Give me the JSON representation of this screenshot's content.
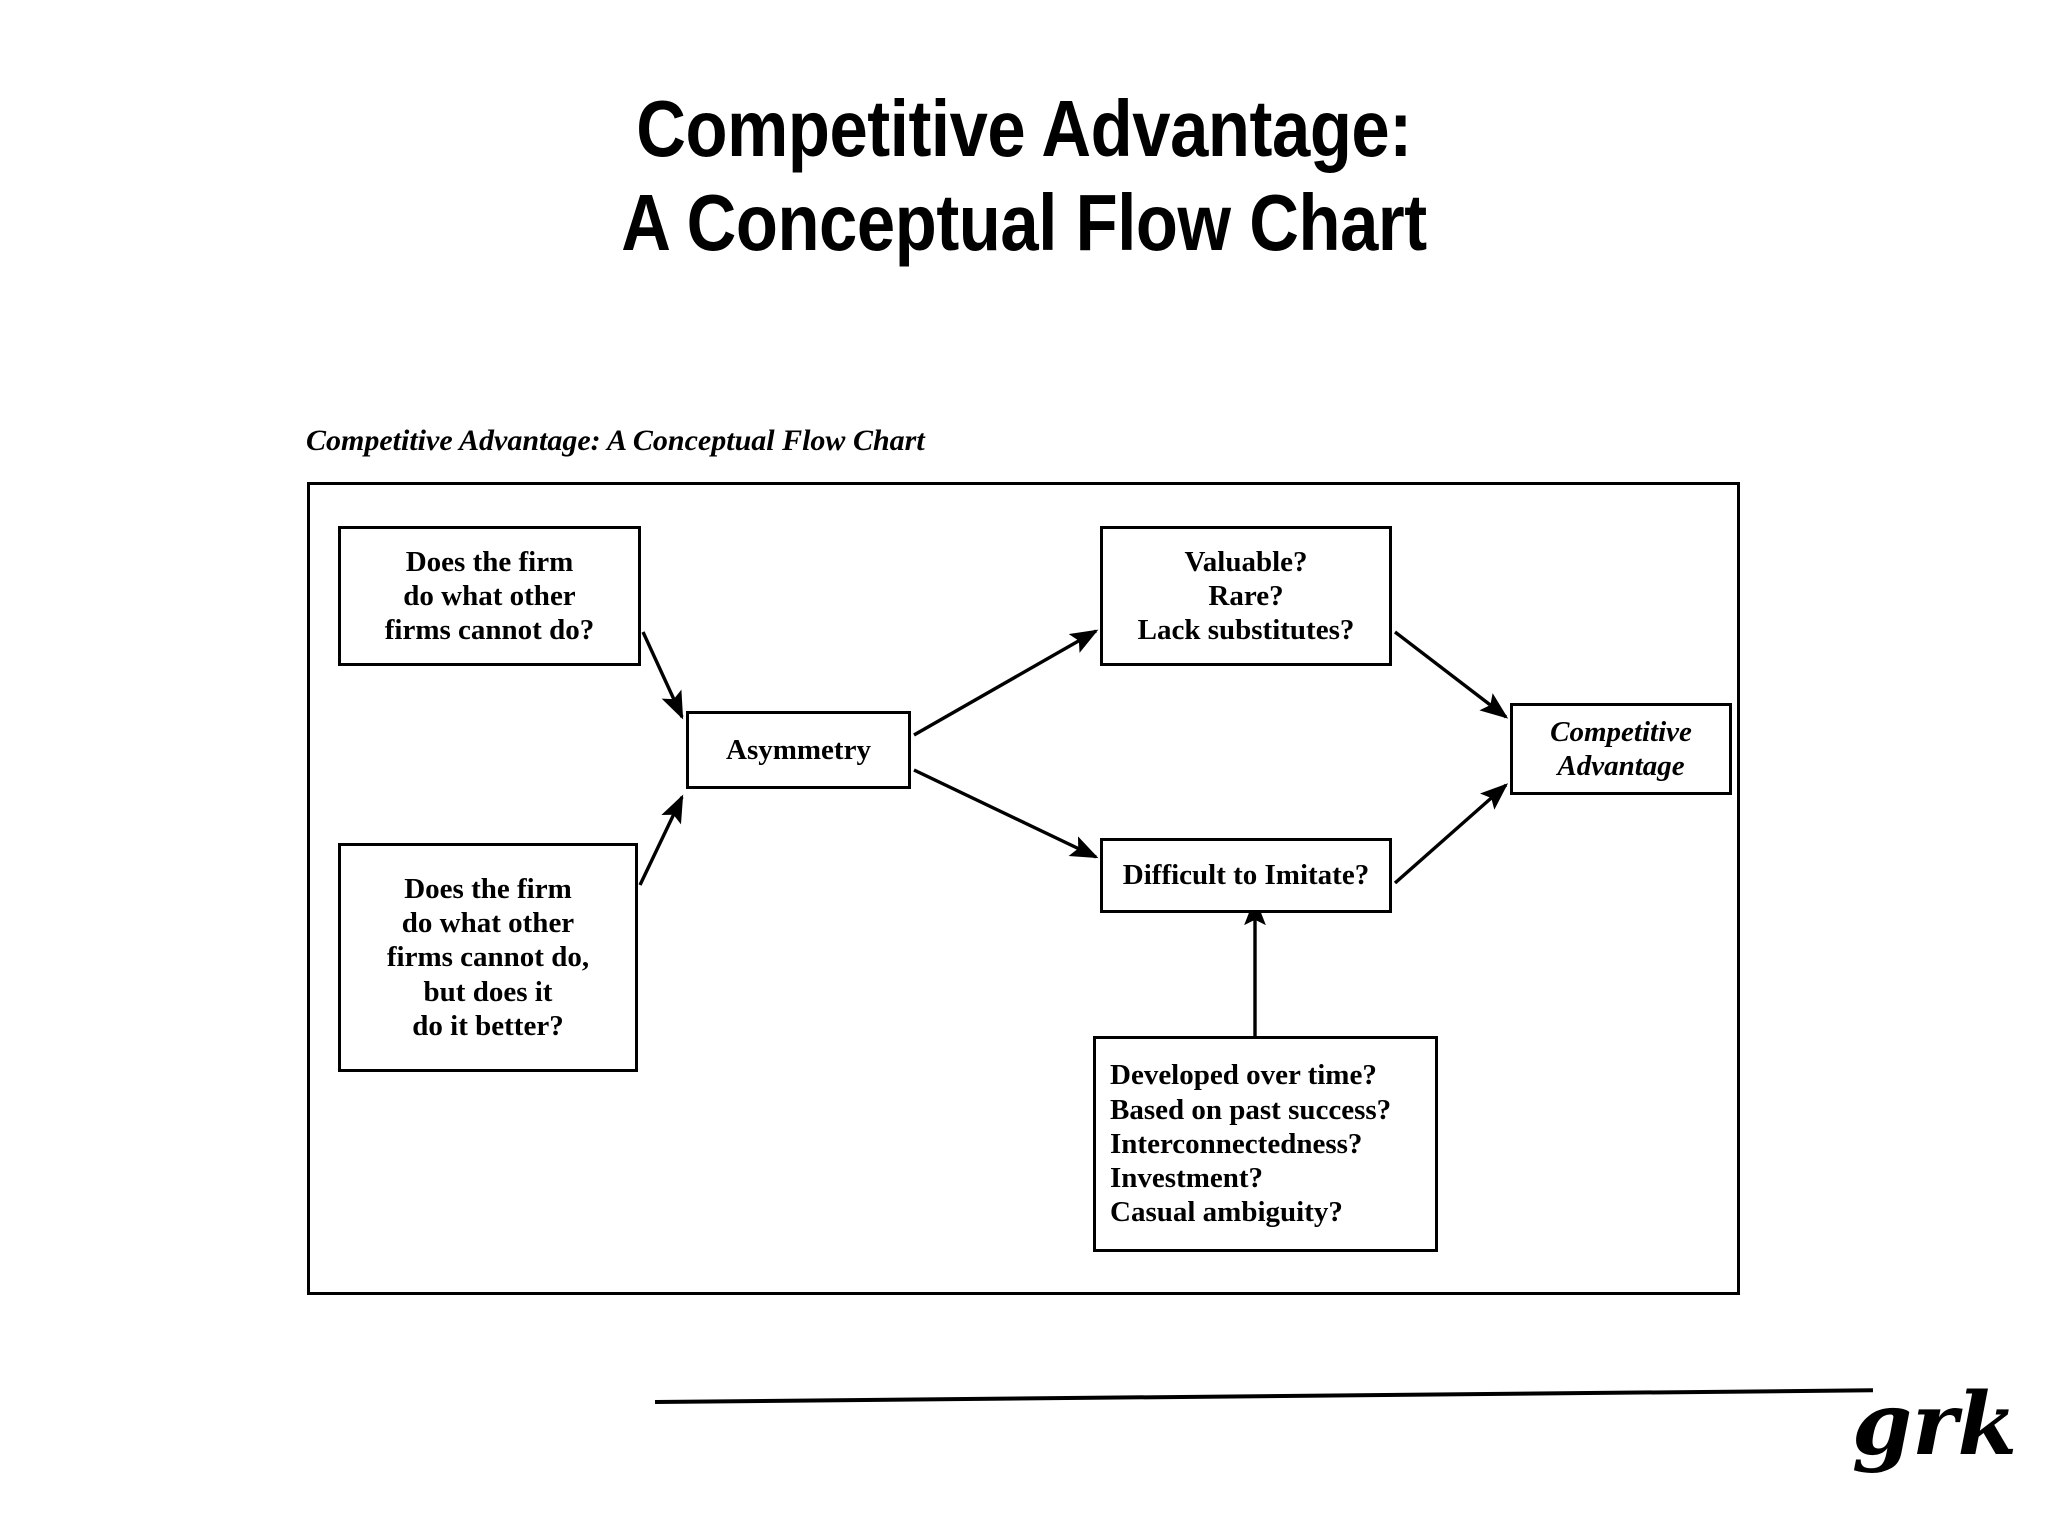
{
  "slide": {
    "title_lines": [
      "Competitive Advantage:",
      "A Conceptual Flow Chart"
    ],
    "caption": "Competitive Advantage: A Conceptual Flow Chart",
    "footer_logo": "grk"
  },
  "colors": {
    "ink": "#000000",
    "paper": "#ffffff"
  },
  "chart_data": {
    "type": "diagram",
    "title": "Competitive Advantage: A Conceptual Flow Chart",
    "nodes": [
      {
        "id": "q1",
        "name": "question-does-firm-do-what-others-cannot",
        "lines": [
          "Does the firm",
          "do what other",
          "firms cannot do?"
        ],
        "style": "bold-serif",
        "align": "center"
      },
      {
        "id": "q2",
        "name": "question-does-firm-do-it-better",
        "lines": [
          "Does the firm",
          "do what other",
          "firms cannot do,",
          "but does it",
          "do it better?"
        ],
        "style": "bold-serif",
        "align": "center"
      },
      {
        "id": "asymmetry",
        "name": "asymmetry",
        "lines": [
          "Asymmetry"
        ],
        "style": "bold-serif",
        "align": "center"
      },
      {
        "id": "vrs",
        "name": "valuable-rare-lack-substitutes",
        "lines": [
          "Valuable?",
          "Rare?",
          "Lack substitutes?"
        ],
        "style": "bold-serif",
        "align": "center"
      },
      {
        "id": "imitate",
        "name": "difficult-to-imitate",
        "lines": [
          "Difficult to Imitate?"
        ],
        "style": "bold-serif",
        "align": "center"
      },
      {
        "id": "factors",
        "name": "imitation-barrier-factors",
        "lines": [
          "Developed over time?",
          "Based on past success?",
          "Interconnectedness?",
          "Investment?",
          "Casual ambiguity?"
        ],
        "style": "bold-serif",
        "align": "left"
      },
      {
        "id": "advantage",
        "name": "competitive-advantage",
        "lines": [
          "Competitive",
          "Advantage"
        ],
        "style": "bold-italic-serif",
        "align": "center"
      }
    ],
    "edges": [
      {
        "from": "q1",
        "to": "asymmetry",
        "arrow": "single"
      },
      {
        "from": "q2",
        "to": "asymmetry",
        "arrow": "single"
      },
      {
        "from": "asymmetry",
        "to": "vrs",
        "arrow": "single"
      },
      {
        "from": "asymmetry",
        "to": "imitate",
        "arrow": "single"
      },
      {
        "from": "vrs",
        "to": "advantage",
        "arrow": "single"
      },
      {
        "from": "imitate",
        "to": "advantage",
        "arrow": "single"
      },
      {
        "from": "factors",
        "to": "imitate",
        "arrow": "single"
      }
    ]
  }
}
